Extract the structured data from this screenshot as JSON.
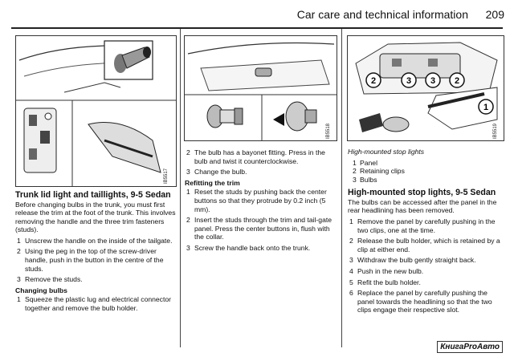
{
  "header": {
    "title": "Car care and technical information",
    "page": "209"
  },
  "figures": {
    "fig1_id": "IB5517",
    "fig2_id": "IB5518",
    "fig3_id": "IB5519",
    "fig3_callouts": [
      "2",
      "3",
      "3",
      "2",
      "1"
    ]
  },
  "col1": {
    "heading": "Trunk lid light and taillights, 9-5 Sedan",
    "intro": "Before changing bulbs in the trunk, you must first release the trim at the foot of the trunk. This involves removing the handle and the three trim fasteners (studs).",
    "steps": [
      {
        "n": "1",
        "text": "Unscrew the handle on the inside of the tailgate."
      },
      {
        "n": "2",
        "text": "Using the peg in the top of the screw-driver handle, push in the button in the centre of the studs."
      },
      {
        "n": "3",
        "text": "Remove the studs."
      }
    ],
    "sub_heading": "Changing bulbs",
    "steps2": [
      {
        "n": "1",
        "text": "Squeeze the plastic lug and electrical connector together and remove the bulb holder."
      }
    ]
  },
  "col2": {
    "steps": [
      {
        "n": "2",
        "text": "The bulb has a bayonet fitting. Press in the bulb and twist it counterclockwise."
      },
      {
        "n": "3",
        "text": "Change the bulb."
      }
    ],
    "sub_heading": "Refitting the trim",
    "steps2": [
      {
        "n": "1",
        "text": "Reset the studs by pushing back the center buttons so that they protrude by 0.2 inch (5 mm)."
      },
      {
        "n": "2",
        "text": "Insert the studs through the trim and tail-gate panel. Press the center buttons in, flush with the collar."
      },
      {
        "n": "3",
        "text": "Screw the handle back onto the trunk."
      }
    ]
  },
  "col3": {
    "caption": "High-mounted stop lights",
    "parts": [
      {
        "n": "1",
        "text": "Panel"
      },
      {
        "n": "2",
        "text": "Retaining clips"
      },
      {
        "n": "3",
        "text": "Bulbs"
      }
    ],
    "heading": "High-mounted stop lights, 9-5 Sedan",
    "intro": "The bulbs can be accessed after the panel in the rear headlining has been removed.",
    "steps": [
      {
        "n": "1",
        "text": "Remove the panel by carefully pushing in the two clips, one at the time."
      },
      {
        "n": "2",
        "text": "Release the bulb holder, which is retained by a clip at either end."
      },
      {
        "n": "3",
        "text": "Withdraw the bulb gently straight back."
      },
      {
        "n": "4",
        "text": "Push in the new bulb."
      },
      {
        "n": "5",
        "text": "Refit the bulb holder."
      },
      {
        "n": "6",
        "text": "Replace the panel by carefully pushing the panel towards the headlining so that the two clips engage their respective slot."
      }
    ]
  },
  "watermark": "КнигаProАвто"
}
